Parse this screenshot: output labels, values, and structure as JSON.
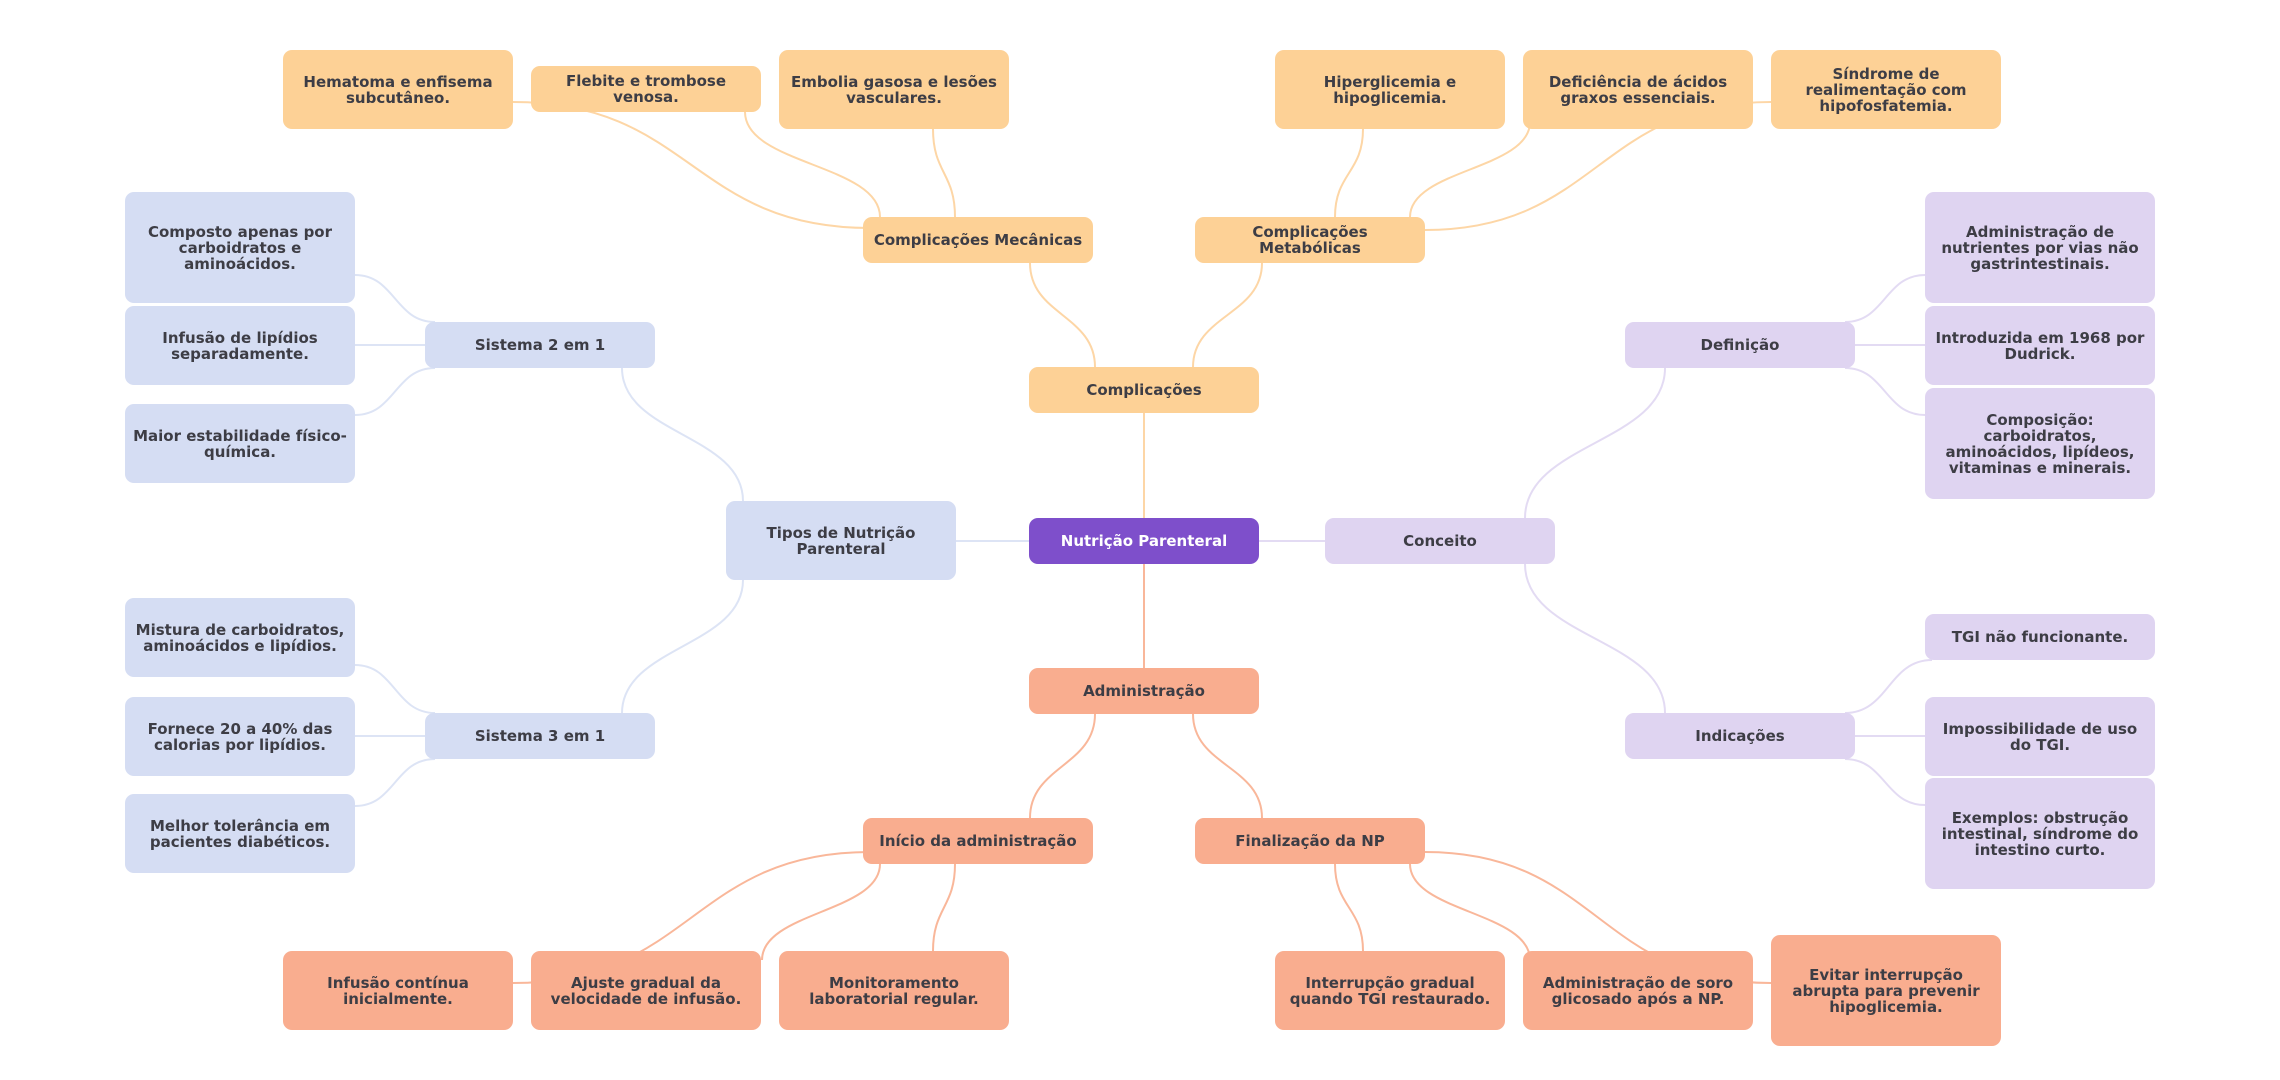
{
  "mindmap": {
    "root": {
      "label": "Nutrição Parenteral"
    },
    "branches": [
      {
        "id": "complicacoes",
        "label": "Complicações",
        "color": "#fdd196",
        "edge_color": "#fdd6a6",
        "children": [
          {
            "label": "Complicações Mecânicas",
            "children": [
              "Hematoma e enfisema subcutâneo.",
              "Flebite e trombose venosa.",
              "Embolia gasosa e lesões vasculares."
            ]
          },
          {
            "label": "Complicações Metabólicas",
            "children": [
              "Hiperglicemia e hipoglicemia.",
              "Deficiência de ácidos graxos essenciais.",
              "Síndrome de realimentação com hipofosfatemia."
            ]
          }
        ]
      },
      {
        "id": "administracao",
        "label": "Administração",
        "color": "#f9ad8f",
        "edge_color": "#f9b79a",
        "children": [
          {
            "label": "Início da administração",
            "children": [
              "Infusão contínua inicialmente.",
              "Ajuste gradual da velocidade de infusão.",
              "Monitoramento laboratorial regular."
            ]
          },
          {
            "label": "Finalização da NP",
            "children": [
              "Interrupção gradual quando TGI restaurado.",
              "Administração de soro glicosado após a NP.",
              "Evitar interrupção abrupta para prevenir hipoglicemia."
            ]
          }
        ]
      },
      {
        "id": "tipos",
        "label": "Tipos de Nutrição Parenteral",
        "color": "#d5ddf3",
        "edge_color": "#dde4f5",
        "children": [
          {
            "label": "Sistema 2 em 1",
            "children": [
              "Composto apenas por carboidratos e aminoácidos.",
              "Infusão de lipídios separadamente.",
              "Maior estabilidade físico-química."
            ]
          },
          {
            "label": "Sistema 3 em 1",
            "children": [
              "Mistura de carboidratos, aminoácidos e lipídios.",
              "Fornece 20 a 40% das calorias por lipídios.",
              "Melhor tolerância em pacientes diabéticos."
            ]
          }
        ]
      },
      {
        "id": "conceito",
        "label": "Conceito",
        "color": "#dfd4f1",
        "edge_color": "#e3dbf3",
        "children": [
          {
            "label": "Definição",
            "children": [
              "Administração de nutrientes por vias não gastrintestinais.",
              "Introduzida em 1968 por Dudrick.",
              "Composição: carboidratos, aminoácidos, lipídeos, vitaminas e minerais."
            ]
          },
          {
            "label": "Indicações",
            "children": [
              "TGI não funcionante.",
              "Impossibilidade de uso do TGI.",
              "Exemplos: obstrução intestinal, síndrome do intestino curto."
            ]
          }
        ]
      }
    ]
  }
}
